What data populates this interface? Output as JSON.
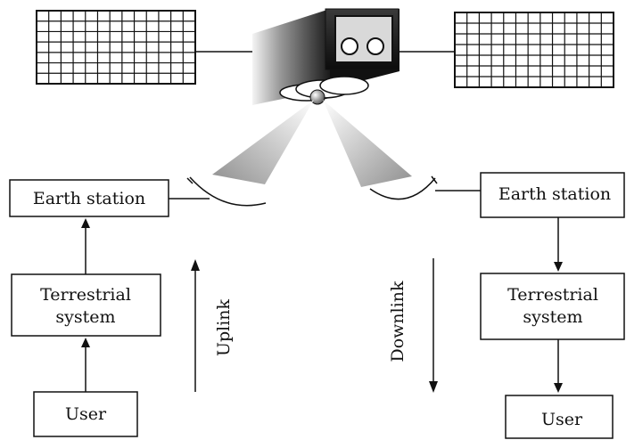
{
  "diagram": {
    "satellite_label": "",
    "left": {
      "earth_station": "Earth station",
      "terrestrial_line1": "Terrestrial",
      "terrestrial_line2": "system",
      "user": "User"
    },
    "right": {
      "earth_station": "Earth station",
      "terrestrial_line1": "Terrestrial",
      "terrestrial_line2": "system",
      "user": "User"
    },
    "uplink_label": "Uplink",
    "downlink_label": "Downlink"
  }
}
